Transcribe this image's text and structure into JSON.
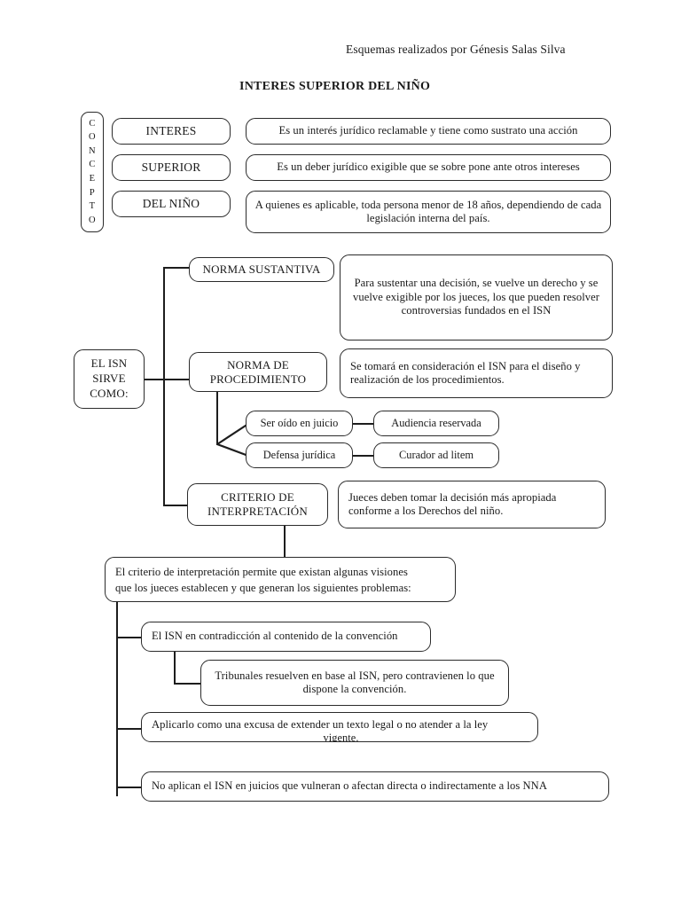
{
  "page": {
    "byline": "Esquemas realizados por Génesis Salas Silva",
    "title": "INTERES SUPERIOR DEL NIÑO",
    "ink_color": "#1d1d1d",
    "background_color": "#ffffff"
  },
  "concepto": {
    "label_letters": [
      "C",
      "O",
      "N",
      "C",
      "E",
      "P",
      "T",
      "O"
    ],
    "label_text": "CONCEPTO",
    "rows": [
      {
        "term": "INTERES",
        "description": "Es un interés jurídico reclamable y tiene como sustrato una acción"
      },
      {
        "term": "SUPERIOR",
        "description": "Es un deber jurídico exigible que se sobre pone ante otros intereses"
      },
      {
        "term": "DEL NIÑO",
        "description": "A quienes es aplicable, toda persona menor de 18 años, dependiendo de cada legislación interna del país."
      }
    ]
  },
  "sirve_como": {
    "root_label": "EL ISN SIRVE COMO:",
    "branches": [
      {
        "node": "NORMA SUSTANTIVA",
        "description": "Para sustentar una decisión, se vuelve un derecho y se vuelve exigible por los jueces, los que pueden resolver controversias fundados en el ISN"
      },
      {
        "node": "NORMA DE PROCEDIMIENTO",
        "description": "Se tomará en consideración el ISN para el diseño y realización de los procedimientos.",
        "sub_items": [
          {
            "label": "Ser oído en juicio",
            "linked": "Audiencia reservada"
          },
          {
            "label": "Defensa jurídica",
            "linked": "Curador ad litem"
          }
        ]
      },
      {
        "node": "CRITERIO DE INTERPRETACIÓN",
        "description": "Jueces deben tomar la decisión más apropiada conforme a los Derechos del niño."
      }
    ]
  },
  "problemas": {
    "intro": "El criterio de interpretación permite que existan algunas visiones que los jueces establecen y que generan los siguientes problemas:",
    "intro_line_1": "El criterio de interpretación permite que existan algunas visiones",
    "intro_line_2": "que los jueces establecen y que generan los siguientes problemas:",
    "items": [
      {
        "text": "El ISN en contradicción al contenido de la convención",
        "detail": "Tribunales resuelven en base al ISN, pero contravienen lo que dispone la convención."
      },
      {
        "text": "Aplicarlo como una excusa de extender un texto legal o no atender a la ley",
        "clipped_second_line": "vigente."
      },
      {
        "text": "No aplican el ISN en juicios que vulneran o afectan directa o indirectamente a los NNA"
      }
    ]
  }
}
